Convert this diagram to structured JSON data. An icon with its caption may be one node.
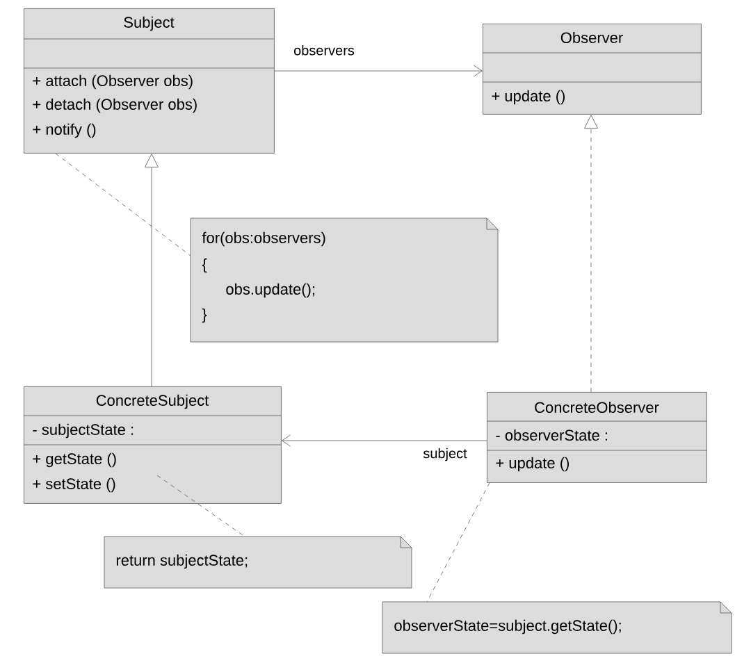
{
  "diagram": {
    "nodes": [
      {
        "text": [
          "Subject",
          "+ attach (Observer obs)",
          "+ detach (Observer obs)",
          "+ notify ()"
        ]
      },
      {
        "text": [
          "Observer",
          "+ update ()"
        ]
      },
      {
        "text": [
          "for(obs:observers)",
          "{",
          "obs.update();",
          "}"
        ]
      },
      {
        "text": [
          "ConcreteSubject",
          "- subjectState :",
          "+ getState ()",
          "+ setState ()"
        ]
      },
      {
        "text": [
          "ConcreteObserver",
          "- observerState :",
          "+ update ()"
        ]
      },
      {
        "text": [
          "return subjectState;"
        ]
      },
      {
        "text": [
          "observerState=subject.getState();"
        ]
      }
    ],
    "edges": [
      {
        "from": 0,
        "to": 1,
        "arrow": "to",
        "label": "observers"
      },
      {
        "from": 3,
        "to": 0,
        "arrow": "to"
      },
      {
        "from": 4,
        "to": 1,
        "arrow": "to",
        "style": "dashed"
      },
      {
        "from": 4,
        "to": 3,
        "arrow": "to",
        "label": "subject"
      },
      {
        "from": 0,
        "to": 2,
        "arrow": "none",
        "style": "dashed"
      },
      {
        "from": 3,
        "to": 5,
        "arrow": "none",
        "style": "dashed"
      },
      {
        "from": 4,
        "to": 6,
        "arrow": "none",
        "style": "dashed"
      }
    ]
  }
}
